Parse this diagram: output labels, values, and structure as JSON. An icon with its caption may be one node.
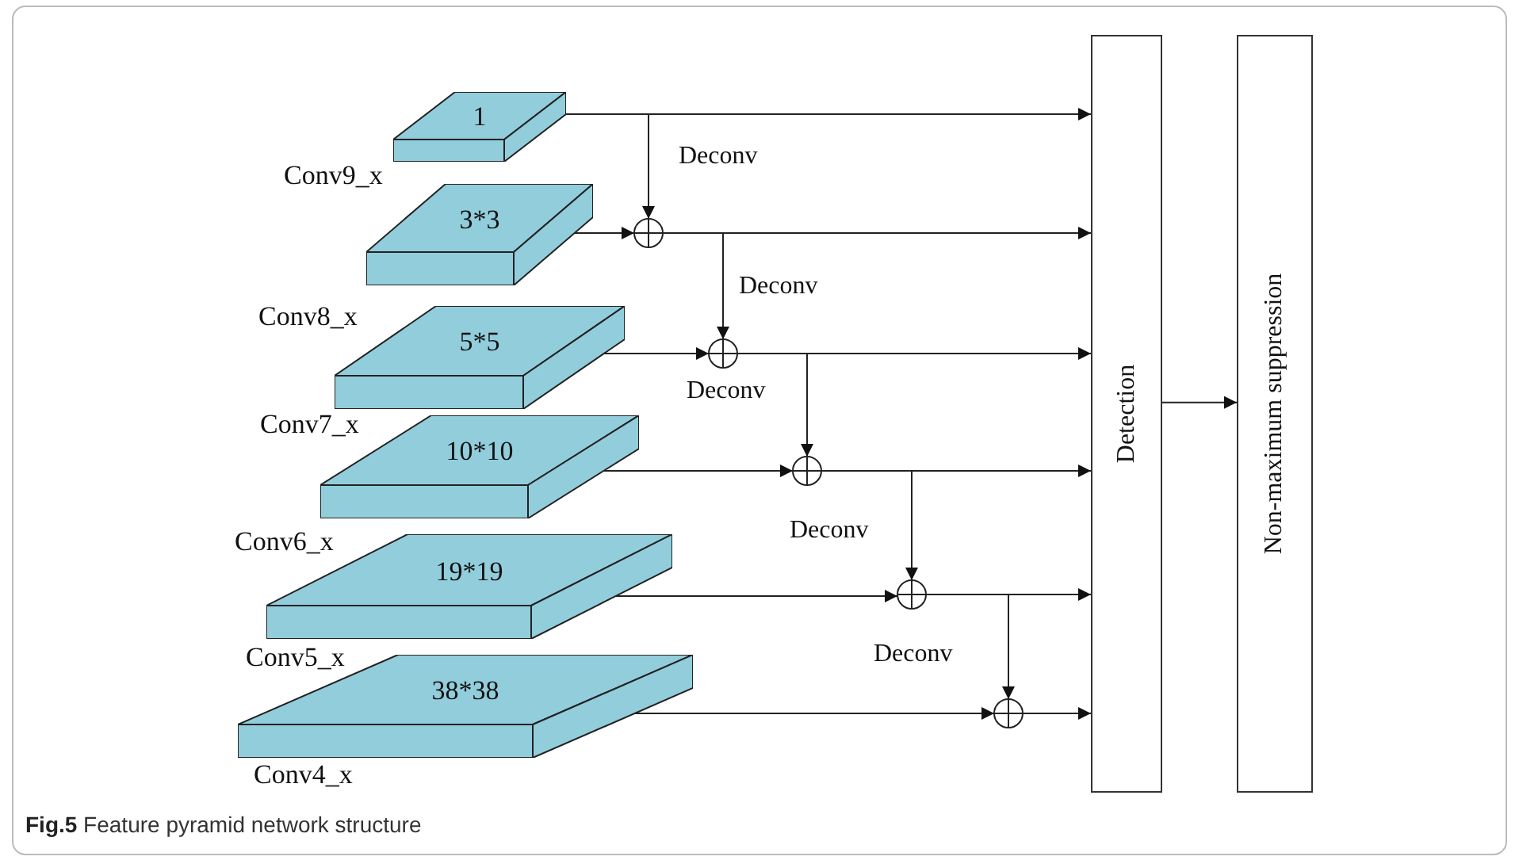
{
  "diagram": {
    "caption": "**Fig.5** Feature pyramid network structure",
    "labels": [
      "Conv9_x",
      "Conv8_x",
      "Conv7_x",
      "Conv6_x",
      "Conv5_x",
      "Conv4_x"
    ],
    "nodes": [
      {
        "text": [
          "1"
        ]
      },
      {
        "text": [
          "3*3"
        ]
      },
      {
        "text": [
          "5*5"
        ]
      },
      {
        "text": [
          "10*10"
        ]
      },
      {
        "text": [
          "19*19"
        ]
      },
      {
        "text": [
          "38*38"
        ]
      },
      {
        "text": [],
        "shape": "circle"
      },
      {
        "text": [],
        "shape": "circle"
      },
      {
        "text": [],
        "shape": "circle"
      },
      {
        "text": [],
        "shape": "circle"
      },
      {
        "text": [],
        "shape": "circle"
      },
      {
        "text": [
          "Detection"
        ]
      },
      {
        "text": [
          "Non-maximum suppression"
        ]
      }
    ],
    "edges": [
      {
        "from": 0,
        "to": 11,
        "arrow": "to"
      },
      {
        "from": 0,
        "to": 6,
        "arrow": "to",
        "label": "Deconv"
      },
      {
        "from": 1,
        "to": 6,
        "arrow": "to"
      },
      {
        "from": 6,
        "to": 11,
        "arrow": "to"
      },
      {
        "from": 6,
        "to": 7,
        "arrow": "to",
        "label": "Deconv"
      },
      {
        "from": 2,
        "to": 7,
        "arrow": "to"
      },
      {
        "from": 7,
        "to": 11,
        "arrow": "to"
      },
      {
        "from": 7,
        "to": 8,
        "arrow": "to",
        "label": "Deconv"
      },
      {
        "from": 3,
        "to": 8,
        "arrow": "to"
      },
      {
        "from": 8,
        "to": 11,
        "arrow": "to"
      },
      {
        "from": 8,
        "to": 9,
        "arrow": "to",
        "label": "Deconv"
      },
      {
        "from": 4,
        "to": 9,
        "arrow": "to"
      },
      {
        "from": 9,
        "to": 11,
        "arrow": "to"
      },
      {
        "from": 9,
        "to": 10,
        "arrow": "to",
        "label": "Deconv"
      },
      {
        "from": 5,
        "to": 10,
        "arrow": "to"
      },
      {
        "from": 10,
        "to": 11,
        "arrow": "to"
      },
      {
        "from": 11,
        "to": 12,
        "arrow": "to"
      }
    ]
  }
}
